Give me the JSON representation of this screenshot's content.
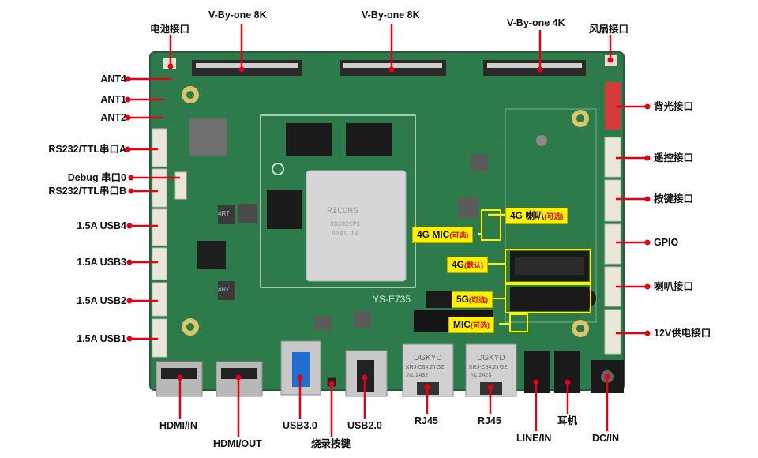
{
  "labels": {
    "top": {
      "battery": "电池接口",
      "vbyone_left": "V-By-one 8K",
      "vbyone_mid": "V-By-one 8K",
      "vbyone_right": "V-By-one 4K",
      "fan": "风扇接口"
    },
    "left": {
      "ant4": "ANT4",
      "ant1": "ANT1",
      "ant2": "ANT2",
      "rs232_a": "RS232/TTL串口A",
      "debug": "Debug 串口0",
      "rs232_b": "RS232/TTL串口B",
      "usb4": "1.5A  USB4",
      "usb3": "1.5A  USB3",
      "usb2": "1.5A  USB2",
      "usb1": "1.5A  USB1"
    },
    "right": {
      "backlight": "背光接口",
      "remote": "遥控接口",
      "keys": "按键接口",
      "gpio": "GPIO",
      "speaker": "喇叭接口",
      "power12v": "12V供电接口"
    },
    "bottom": {
      "hdmi_in": "HDMI/IN",
      "hdmi_out": "HDMI/OUT",
      "usb30": "USB3.0",
      "burn_key": "烧录按键",
      "usb20": "USB2.0",
      "rj45_a": "RJ45",
      "rj45_b": "RJ45",
      "line_in": "LINE/IN",
      "earphone": "耳机",
      "dc_in": "DC/IN"
    },
    "boxes": {
      "g4_speaker": "4G  喇叭",
      "g4_mic": "4G  MIC",
      "g4_default": "4G",
      "g5": "5G",
      "mic": "MIC",
      "optional": "(可选)",
      "default_tag": "(默认)"
    }
  },
  "board": {
    "soc_text1": "RICOMS",
    "soc_text2": "3S202CP1",
    "soc_text3": "8041 14",
    "model": "YS-E735",
    "rj45_brand": "DGKYD",
    "rj45_model": "KRJ-C84.2YGZ",
    "ind_a": "4R7",
    "ind_b": "4R7",
    "rj45_code_a": "NL   2432",
    "rj45_code_b": "NL   2423"
  },
  "colors": {
    "pcb": "#2d7a4b",
    "pcb_dark": "#1f5e39",
    "leader": "#e60012",
    "highlight": "#fff200",
    "backlight_connector": "#d63a3a"
  }
}
